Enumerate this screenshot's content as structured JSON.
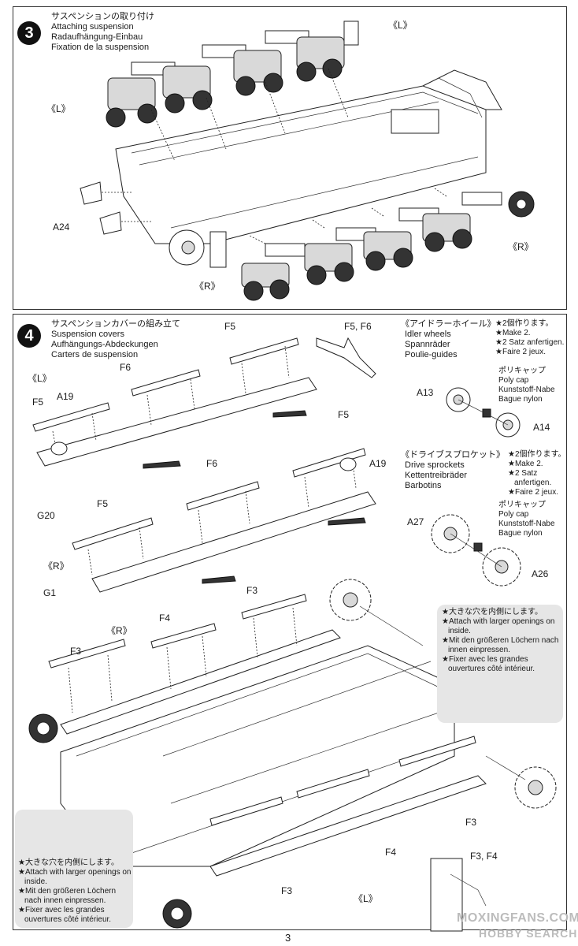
{
  "step3": {
    "number": "3",
    "title_lines": [
      "サスペンションの取り付け",
      "Attaching suspension",
      "Radaufhängung-Einbau",
      "Fixation de la suspension"
    ],
    "labels": {
      "left_top": "《L》",
      "left_side": "《L》",
      "part": "A24",
      "right_side": "《R》",
      "right_bottom": "《R》"
    }
  },
  "step4": {
    "number": "4",
    "title_lines": [
      "サスペンションカバーの組み立て",
      "Suspension covers",
      "Aufhängungs-Abdeckungen",
      "Carters de suspension"
    ],
    "parts": {
      "f5_a": "F5",
      "f5f6": "F5, F6",
      "f6_a": "F6",
      "left": "《L》",
      "a19_a": "A19",
      "f5_b": "F5",
      "f5_c": "F5",
      "g20": "G20",
      "f6_b": "F6",
      "a19_b": "A19",
      "f5_d": "F5",
      "right": "《R》",
      "g1": "G1",
      "f3_top": "F3",
      "f4_top": "F4",
      "right2": "《R》",
      "f3_left": "F3",
      "f3_right": "F3",
      "f4_bottom": "F4",
      "f3f4": "F3, F4",
      "f3_bottom": "F3",
      "left_bottom": "《L》"
    },
    "idler": {
      "title_lines": [
        "《アイドラーホイール》",
        "Idler wheels",
        "Spannräder",
        "Poulie-guides"
      ],
      "make_lines": [
        "★2個作ります。",
        "★Make 2.",
        "★2 Satz anfertigen.",
        "★Faire 2 jeux."
      ],
      "polycap_lines": [
        "ポリキャップ",
        "Poly cap",
        "Kunststoff-Nabe",
        "Bague nylon"
      ],
      "part_a": "A13",
      "part_b": "A14"
    },
    "sprocket": {
      "title_lines": [
        "《ドライブスプロケット》",
        "Drive sprockets",
        "Kettentreibräder",
        "Barbotins"
      ],
      "make_lines": [
        "★2個作ります。",
        "★Make 2.",
        "★2 Satz",
        "anfertigen.",
        "★Faire 2 jeux."
      ],
      "polycap_lines": [
        "ポリキャップ",
        "Poly cap",
        "Kunststoff-Nabe",
        "Bague nylon"
      ],
      "part_a": "A27",
      "part_b": "A26"
    },
    "note_right_lines": [
      "★大きな穴を内側にします。",
      "★Attach with larger openings on",
      "inside.",
      "★Mit den größeren Löchern nach",
      "innen einpressen.",
      "★Fixer avec les grandes",
      "ouvertures côté intérieur."
    ],
    "note_left_lines": [
      "★大きな穴を内側にします。",
      "★Attach with larger openings on",
      "inside.",
      "★Mit den größeren Löchern",
      "nach innen einpressen.",
      "★Fixer avec les grandes",
      "ouvertures côté intérieur."
    ]
  },
  "page_number": "3",
  "watermark": {
    "line1": "MOXINGFANS.COM",
    "line2": "HOBBY SEARCH"
  }
}
